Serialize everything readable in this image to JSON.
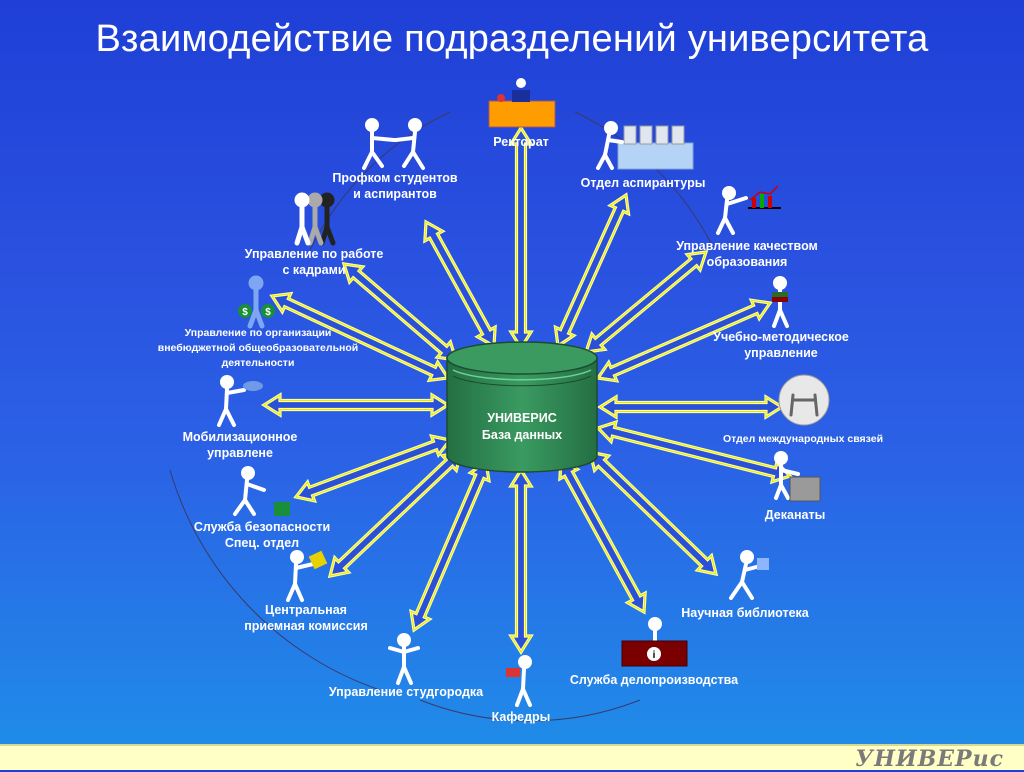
{
  "title": "Взаимодействие подразделений университета",
  "center": {
    "line1": "УНИВЕРИС",
    "line2": "База данных"
  },
  "nodes": {
    "rectorate": [
      "Ректорат"
    ],
    "aspirantura": [
      "Отдел аспирантуры"
    ],
    "quality": [
      "Управление качеством",
      "образования"
    ],
    "umu": [
      "Учебно-методическое",
      "управление"
    ],
    "international": [
      "Отдел международных связей"
    ],
    "deanery": [
      "Деканаты"
    ],
    "library": [
      "Научная библиотека"
    ],
    "records": [
      "Служба делопроизводства"
    ],
    "departments": [
      "Кафедры"
    ],
    "campus": [
      "Управление студгородка"
    ],
    "admission": [
      "Центральная",
      "приемная комиссия"
    ],
    "security": [
      "Служба безопасности",
      "Спец. отдел"
    ],
    "mobilization": [
      "Мобилизационное",
      "управлене"
    ],
    "extrabudget": [
      "Управление по организации",
      "внебюджетной общеобразовательной",
      "деятельности"
    ],
    "hr": [
      "Управление по работе",
      "с кадрами"
    ],
    "tradeunion": [
      "Профком студентов",
      "и аспирантов"
    ]
  },
  "footer": {
    "brand": "УНИВЕРис"
  },
  "colors": {
    "arrow_fill": "#ffffa0",
    "arrow_stroke": "#e8e800",
    "database": "#2e8b57",
    "footer_bg": "#ffffc6"
  }
}
